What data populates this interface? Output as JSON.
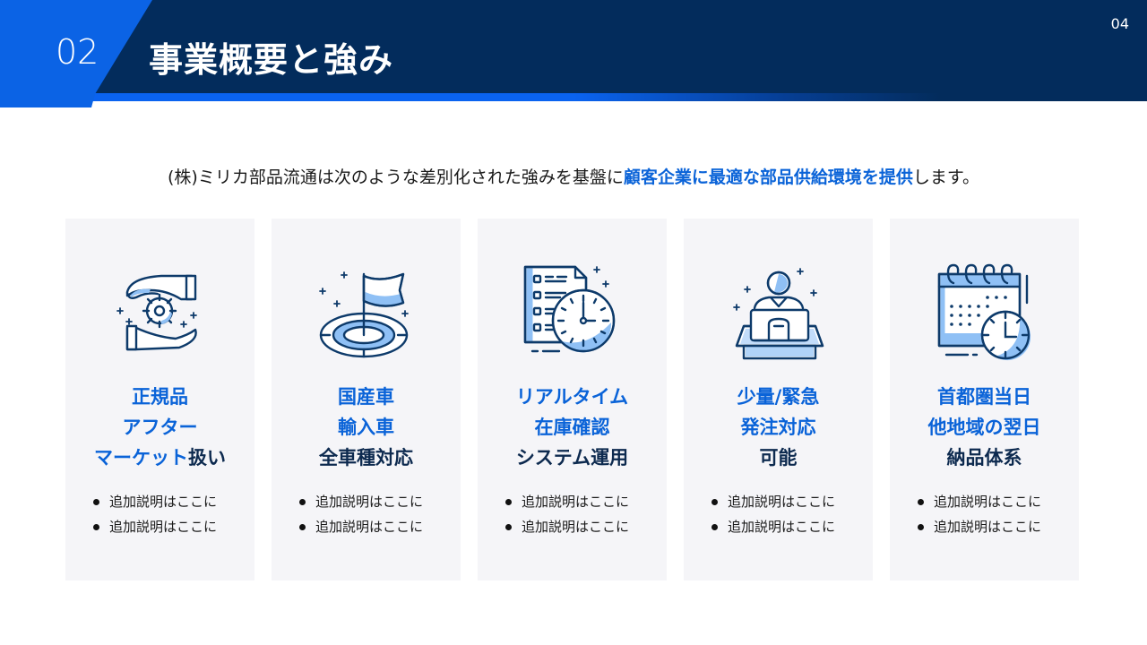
{
  "header": {
    "section_number": "02",
    "title": "事業概要と強み",
    "page_number": "04"
  },
  "lead": {
    "prefix": "(株)ミリカ部品流通は次のような差別化された強みを基盤に",
    "highlight": "顧客企業に最適な部品供給環境を提供",
    "suffix": "します。"
  },
  "colors": {
    "navy": "#032c5c",
    "accent_blue": "#0b63e5",
    "highlight_text": "#0a63d8",
    "dark_text": "#0d2a4f",
    "card_bg": "#f5f5f8"
  },
  "cards": [
    {
      "icon": "hands-gear-icon",
      "title_lines": [
        {
          "blue": "正規品",
          "dark": ""
        },
        {
          "blue": "アフター",
          "dark": ""
        },
        {
          "blue": "マーケット",
          "dark": "扱い"
        }
      ],
      "bullets": [
        "追加説明はここに",
        "追加説明はここに"
      ]
    },
    {
      "icon": "flag-target-icon",
      "title_lines": [
        {
          "blue": "国産車",
          "dark": ""
        },
        {
          "blue": "輸入車",
          "dark": ""
        },
        {
          "blue": "",
          "dark": "全車種対応"
        }
      ],
      "bullets": [
        "追加説明はここに",
        "追加説明はここに"
      ]
    },
    {
      "icon": "document-clock-icon",
      "title_lines": [
        {
          "blue": "リアルタイム",
          "dark": ""
        },
        {
          "blue": "在庫確認",
          "dark": ""
        },
        {
          "blue": "",
          "dark": "システム運用"
        }
      ],
      "bullets": [
        "追加説明はここに",
        "追加説明はここに"
      ]
    },
    {
      "icon": "person-desk-icon",
      "title_lines": [
        {
          "blue": "少量/緊急",
          "dark": ""
        },
        {
          "blue": "発注対応",
          "dark": ""
        },
        {
          "blue": "",
          "dark": "可能"
        }
      ],
      "bullets": [
        "追加説明はここに",
        "追加説明はここに"
      ]
    },
    {
      "icon": "calendar-clock-icon",
      "title_lines": [
        {
          "blue": "首都圏当日",
          "dark": ""
        },
        {
          "blue": "他地域の翌日",
          "dark": ""
        },
        {
          "blue": "",
          "dark": "納品体系"
        }
      ],
      "bullets": [
        "追加説明はここに",
        "追加説明はここに"
      ]
    }
  ]
}
